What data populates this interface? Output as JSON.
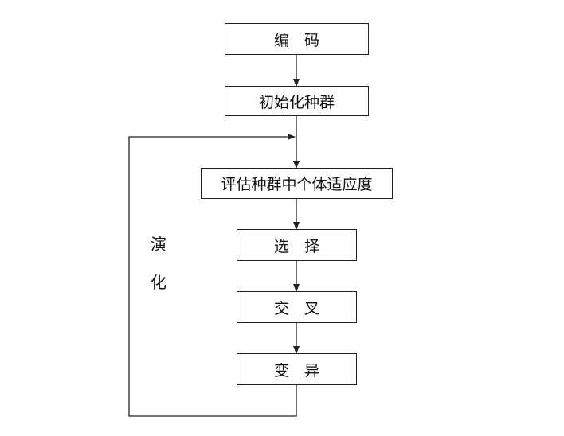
{
  "flowchart": {
    "steps": [
      {
        "id": "encode",
        "label": "编　码"
      },
      {
        "id": "init_population",
        "label": "初始化种群"
      },
      {
        "id": "evaluate_fitness",
        "label": "评估种群中个体适应度"
      },
      {
        "id": "selection",
        "label": "选　择"
      },
      {
        "id": "crossover",
        "label": "交　叉"
      },
      {
        "id": "mutation",
        "label": "变　异"
      }
    ],
    "loop_label": {
      "line1": "演",
      "line2": "化"
    }
  },
  "colors": {
    "stroke": "#222222",
    "text": "#111111",
    "background": "#ffffff"
  }
}
